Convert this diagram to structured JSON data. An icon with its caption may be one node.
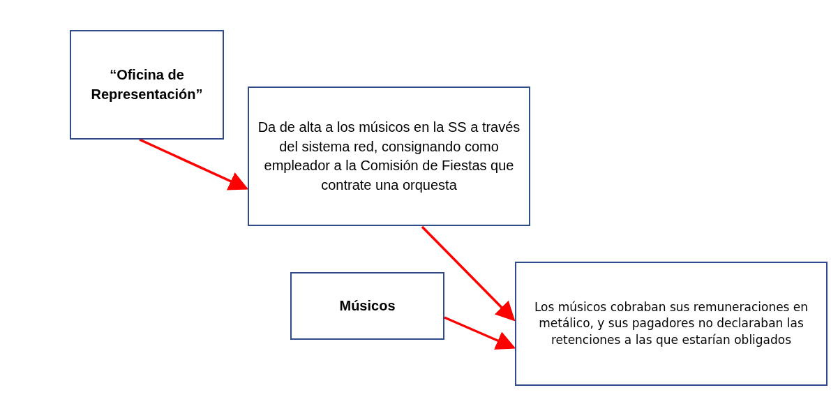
{
  "diagram": {
    "nodes": [
      {
        "text": [
          "“Oficina de Representación”"
        ]
      },
      {
        "text": [
          "Da de alta a los músicos en la SS a través del sistema red, consignando como empleador a la Comisión de Fiestas que contrate una orquesta"
        ]
      },
      {
        "text": [
          "Músicos"
        ]
      },
      {
        "text": [
          "Los músicos cobraban sus remuneraciones en metálico, y sus pagadores no declaraban las retenciones a las que estarían obligados"
        ]
      }
    ],
    "edges": [
      {
        "from": 0,
        "to": 1,
        "arrow": "to"
      },
      {
        "from": 1,
        "to": 3,
        "arrow": "to"
      },
      {
        "from": 2,
        "to": 3,
        "arrow": "to"
      }
    ]
  }
}
